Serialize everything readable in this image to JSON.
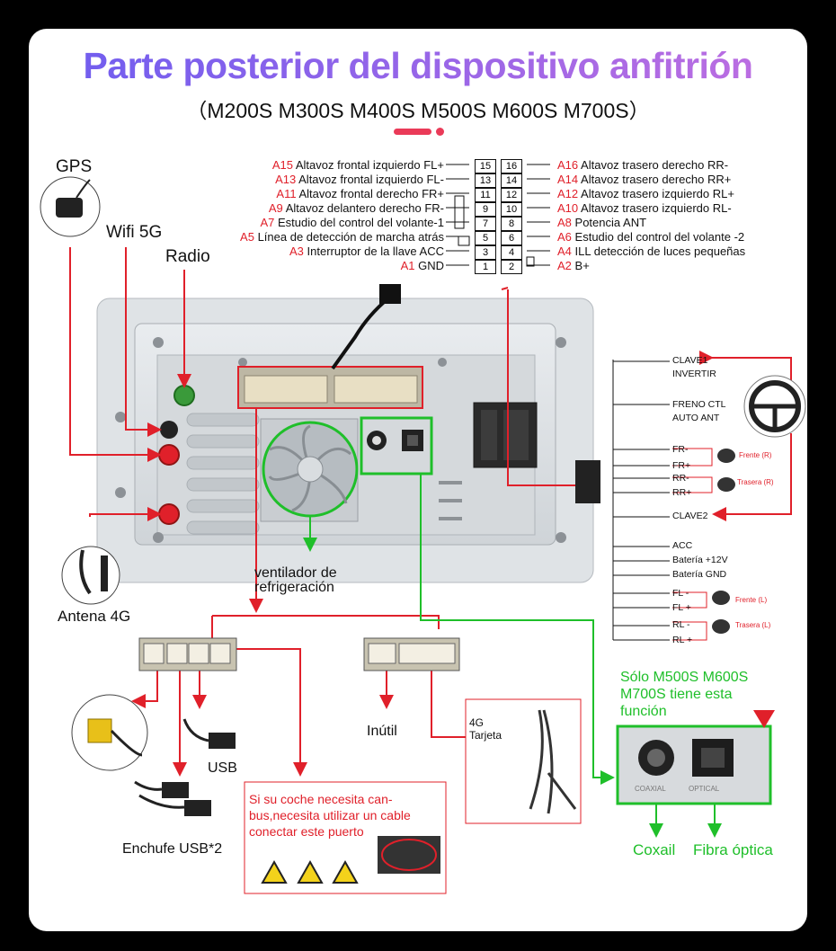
{
  "title": "Parte posterior del dispositivo anfitrión",
  "subtitle": "（M200S M300S M400S M500S M600S M700S）",
  "pins_left": [
    {
      "code": "A15",
      "label": "Altavoz frontal izquierdo FL+",
      "num": "15"
    },
    {
      "code": "A13",
      "label": "Altavoz frontal izquierdo FL-",
      "num": "13"
    },
    {
      "code": "A11",
      "label": "Altavoz frontal derecho FR+",
      "num": "11"
    },
    {
      "code": "A9",
      "label": "Altavoz delantero derecho FR-",
      "num": "9"
    },
    {
      "code": "A7",
      "label": "Estudio del control del volante-1",
      "num": "7"
    },
    {
      "code": "A5",
      "label": "Línea de detección de marcha atrás",
      "num": "5"
    },
    {
      "code": "A3",
      "label": "Interruptor de la llave ACC",
      "num": "3"
    },
    {
      "code": "A1",
      "label": "GND",
      "num": "1"
    }
  ],
  "pins_right": [
    {
      "code": "A16",
      "label": "Altavoz trasero derecho RR-",
      "num": "16"
    },
    {
      "code": "A14",
      "label": "Altavoz trasero derecho RR+",
      "num": "14"
    },
    {
      "code": "A12",
      "label": "Altavoz trasero izquierdo RL+",
      "num": "12"
    },
    {
      "code": "A10",
      "label": "Altavoz trasero izquierdo RL-",
      "num": "10"
    },
    {
      "code": "A8",
      "label": "Potencia ANT",
      "num": "8"
    },
    {
      "code": "A6",
      "label": "Estudio del control del volante -2",
      "num": "6"
    },
    {
      "code": "A4",
      "label": "ILL detección de luces pequeñas",
      "num": "4"
    },
    {
      "code": "A2",
      "label": "B+",
      "num": "2"
    }
  ],
  "labels": {
    "gps": "GPS",
    "wifi": "Wifi 5G",
    "radio": "Radio",
    "antenna4g": "Antena 4G",
    "fan": "ventilador de\nrefrigeración",
    "usb": "USB",
    "usb2": "Enchufe USB*2",
    "inutil": "Inútil",
    "card4g": "4G\nTarjeta",
    "canbus": "Si su coche necesita can-bus,necesita utilizar un cable conectar este puerto",
    "only_models": "Sólo M500S M600S\nM700S tiene esta\nfunción",
    "coaxial": "Coxail",
    "optical": "Fibra óptica",
    "coax_port": "COAXIAL",
    "opt_port": "OPTICAL"
  },
  "harness": {
    "clave1": "CLAVE1",
    "invertir": "INVERTIR",
    "freno": "FRENO CTL",
    "autoant": "AUTO ANT",
    "frm": "FR-",
    "frp": "FR+",
    "rrm": "RR-",
    "rrp": "RR+",
    "frente_r": "Frente (R)",
    "trasera_r": "Trasera (R)",
    "clave2": "CLAVE2",
    "acc": "ACC",
    "bat12": "Batería +12V",
    "batgnd": "Batería GND",
    "flm": "FL -",
    "flp": "FL +",
    "rlm": "RL -",
    "rlp": "RL +",
    "frente_l": "Frente (L)",
    "trasera_l": "Trasera (L)"
  },
  "colors": {
    "accent": "#e0202a",
    "green": "#1fbf2a",
    "title_from": "#6a5cf0",
    "title_to": "#c36fe0"
  }
}
